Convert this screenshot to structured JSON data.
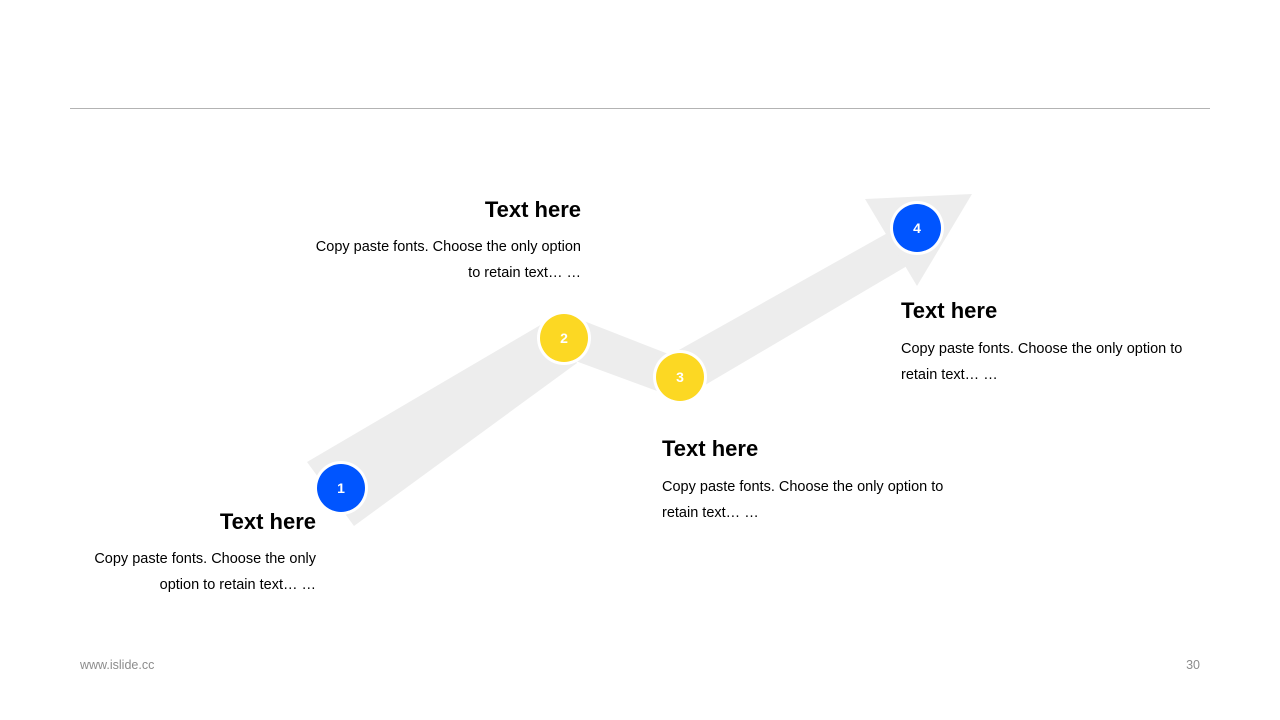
{
  "colors": {
    "blue": "#0055FF",
    "yellow": "#FCD823",
    "arrow_gray": "#EDEDED",
    "rule_gray": "#B3B3B3",
    "footer_gray": "#8C8C8C"
  },
  "steps": [
    {
      "number": "1",
      "title": "Text here",
      "description": "Copy paste fonts. Choose the only option to retain text… …",
      "color": "blue"
    },
    {
      "number": "2",
      "title": "Text here",
      "description": "Copy paste fonts. Choose the only option to retain text… …",
      "color": "yellow"
    },
    {
      "number": "3",
      "title": "Text here",
      "description": "Copy paste fonts. Choose the only option to retain text… …",
      "color": "yellow"
    },
    {
      "number": "4",
      "title": "Text here",
      "description": "Copy paste fonts. Choose the only option to retain text… …",
      "color": "blue"
    }
  ],
  "footer": {
    "website": "www.islide.cc",
    "page_number": "30"
  }
}
